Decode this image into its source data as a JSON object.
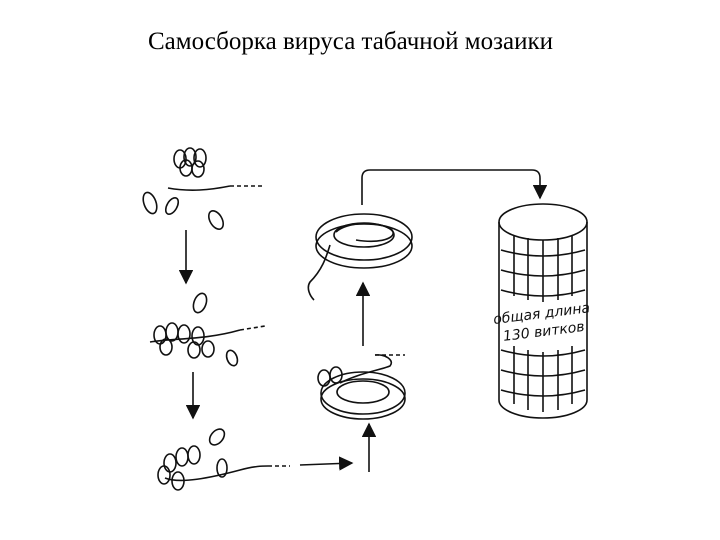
{
  "title": "Самосборка вируса табачной мозаики",
  "diagram": {
    "label_line1": "общая длина",
    "label_line2": "130 витков",
    "stroke_color": "#111111"
  }
}
